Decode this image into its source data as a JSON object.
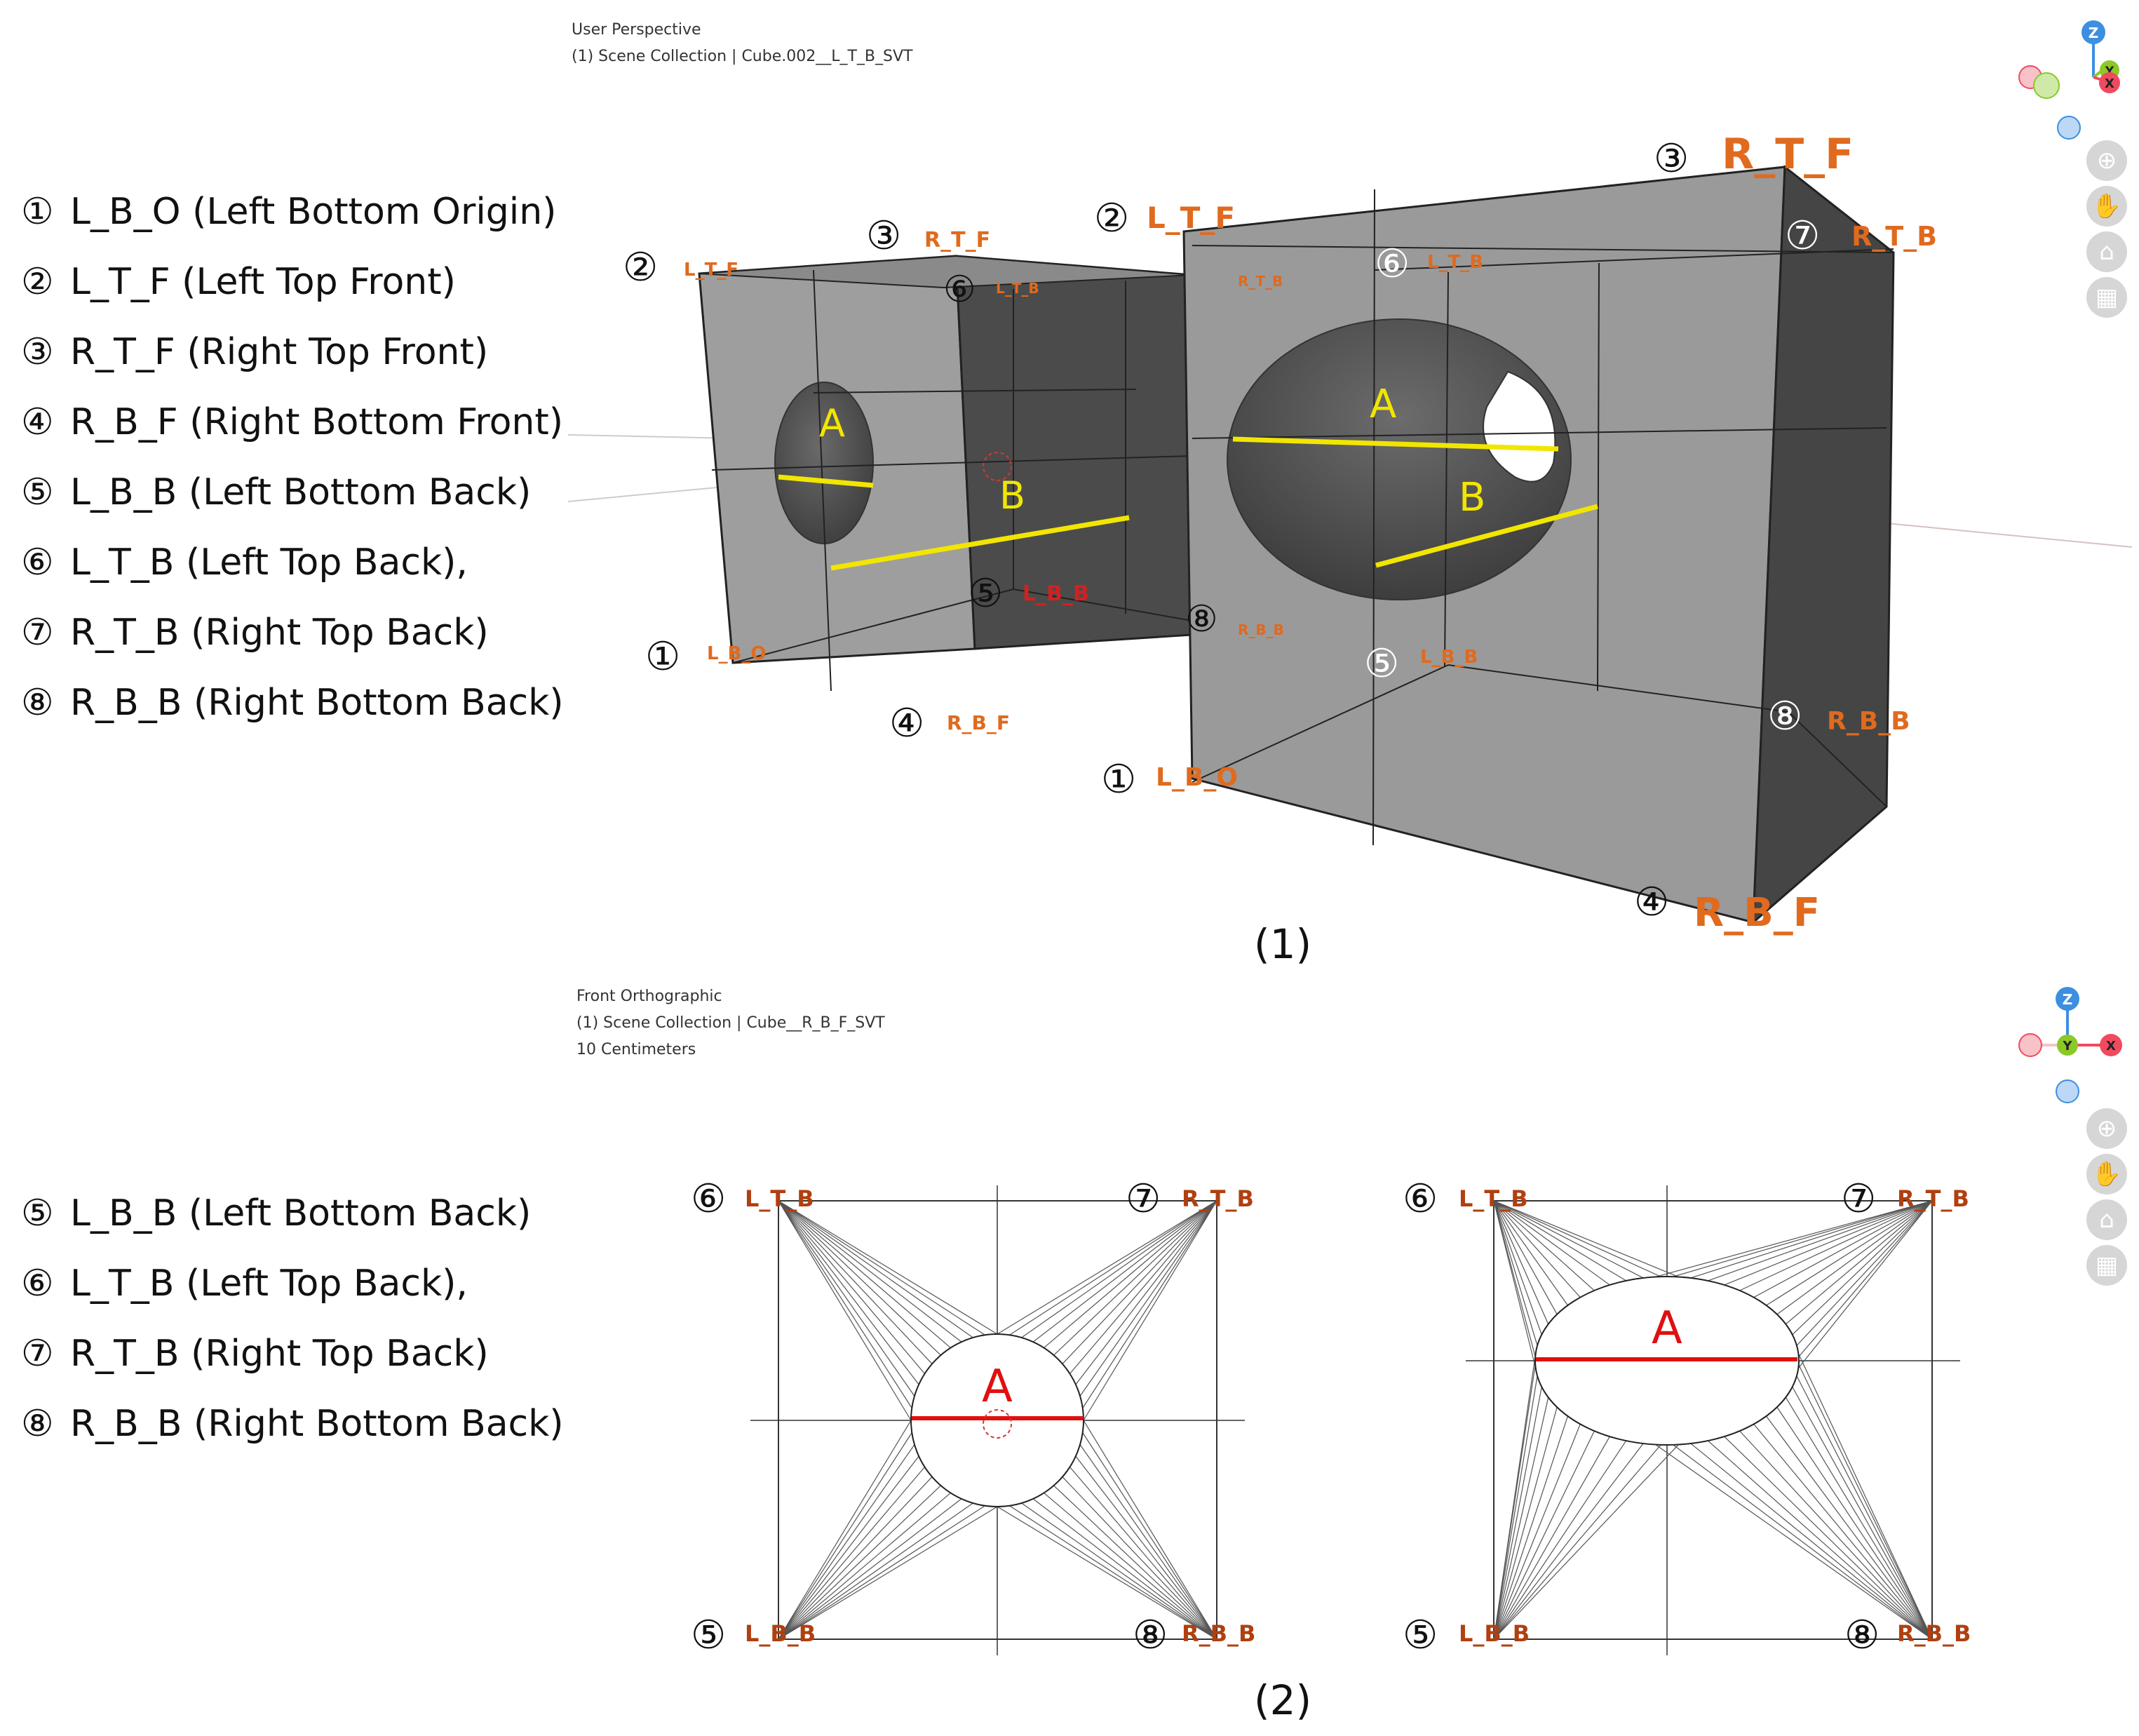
{
  "legend_top": [
    {
      "num": "①",
      "text": "L_B_O (Left Bottom Origin)"
    },
    {
      "num": "②",
      "text": "L_T_F (Left Top Front)"
    },
    {
      "num": "③",
      "text": "R_T_F (Right Top Front)"
    },
    {
      "num": "④",
      "text": "R_B_F (Right Bottom Front)"
    },
    {
      "num": "⑤",
      "text": "L_B_B (Left Bottom Back)"
    },
    {
      "num": "⑥",
      "text": "L_T_B (Left Top Back),"
    },
    {
      "num": "⑦",
      "text": "R_T_B (Right Top Back)"
    },
    {
      "num": "⑧",
      "text": "R_B_B (Right Bottom Back)"
    }
  ],
  "legend_bottom": [
    {
      "num": "⑤",
      "text": "L_B_B (Left Bottom Back)"
    },
    {
      "num": "⑥",
      "text": "L_T_B (Left Top Back),"
    },
    {
      "num": "⑦",
      "text": "R_T_B (Right Top Back)"
    },
    {
      "num": "⑧",
      "text": "R_B_B (Right Bottom Back)"
    }
  ],
  "viewport1": {
    "view_name": "User Perspective",
    "collection": "(1) Scene Collection | Cube.002__L_T_B_SVT",
    "caption": "(1)"
  },
  "viewport2": {
    "view_name": "Front Orthographic",
    "collection": "(1) Scene Collection | Cube__R_B_F_SVT",
    "scale": "10 Centimeters",
    "caption": "(2)"
  },
  "labels": {
    "n1": "①",
    "n2": "②",
    "n3": "③",
    "n4": "④",
    "n5": "⑤",
    "n6": "⑥",
    "n7": "⑦",
    "n8": "⑧",
    "LBO": "L_B_O",
    "LTF": "L_T_F",
    "RTF": "R_T_F",
    "RBF": "R_B_F",
    "LBB": "L_B_B",
    "LTB": "L_T_B",
    "RTB": "R_T_B",
    "RBB": "R_B_B",
    "A": "A",
    "B": "B"
  },
  "gizmo": {
    "z": "Z",
    "y": "Y",
    "x": "X"
  },
  "nav_icons": [
    "zoom-icon",
    "hand-pan-icon",
    "camera-icon",
    "grid-icon"
  ],
  "colors": {
    "label_orange": "#e06a1e",
    "label_red": "#d42020",
    "highlight_yellow": "#f2e600",
    "section_red": "#e01010",
    "face_light": "#9a9a9a",
    "face_dark": "#454545",
    "axis_x": "#f04a5e",
    "axis_y": "#8ac926",
    "axis_z": "#3d8fe0"
  }
}
